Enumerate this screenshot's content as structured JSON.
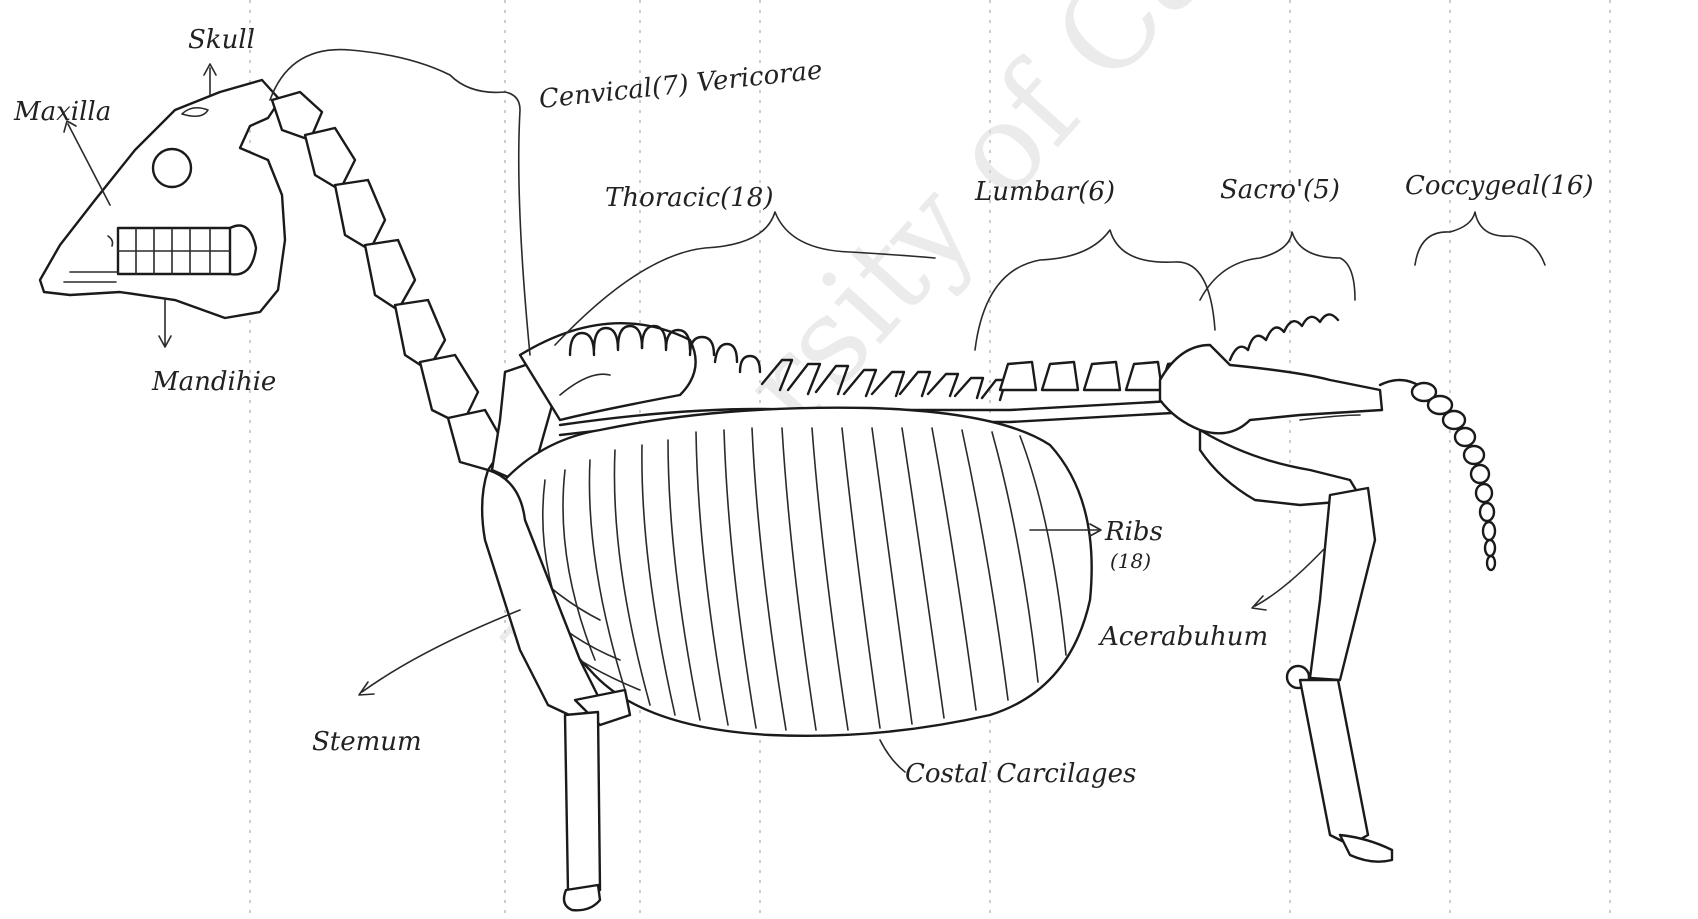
{
  "labels": {
    "skull": "Skull",
    "maxilla": "Maxilla",
    "mandible": "Mandihie",
    "cervical": "Cenvical(7) Vericorae",
    "thoracic": "Thoracic(18)",
    "lumbar": "Lumbar(6)",
    "sacral": "Sacro'(5)",
    "coccygeal": "Coccygeal(16)",
    "ribs": "Ribs",
    "ribs_count": "(18)",
    "acetabulum": "Acerabuhum",
    "sternum": "Stemum",
    "costal_cartilages": "Costal Carcilages"
  },
  "watermark": "University of Cape Town",
  "colors": {
    "ink": "#1a1a1a",
    "paper": "#ffffff",
    "watermark": "#d9d9d9"
  }
}
